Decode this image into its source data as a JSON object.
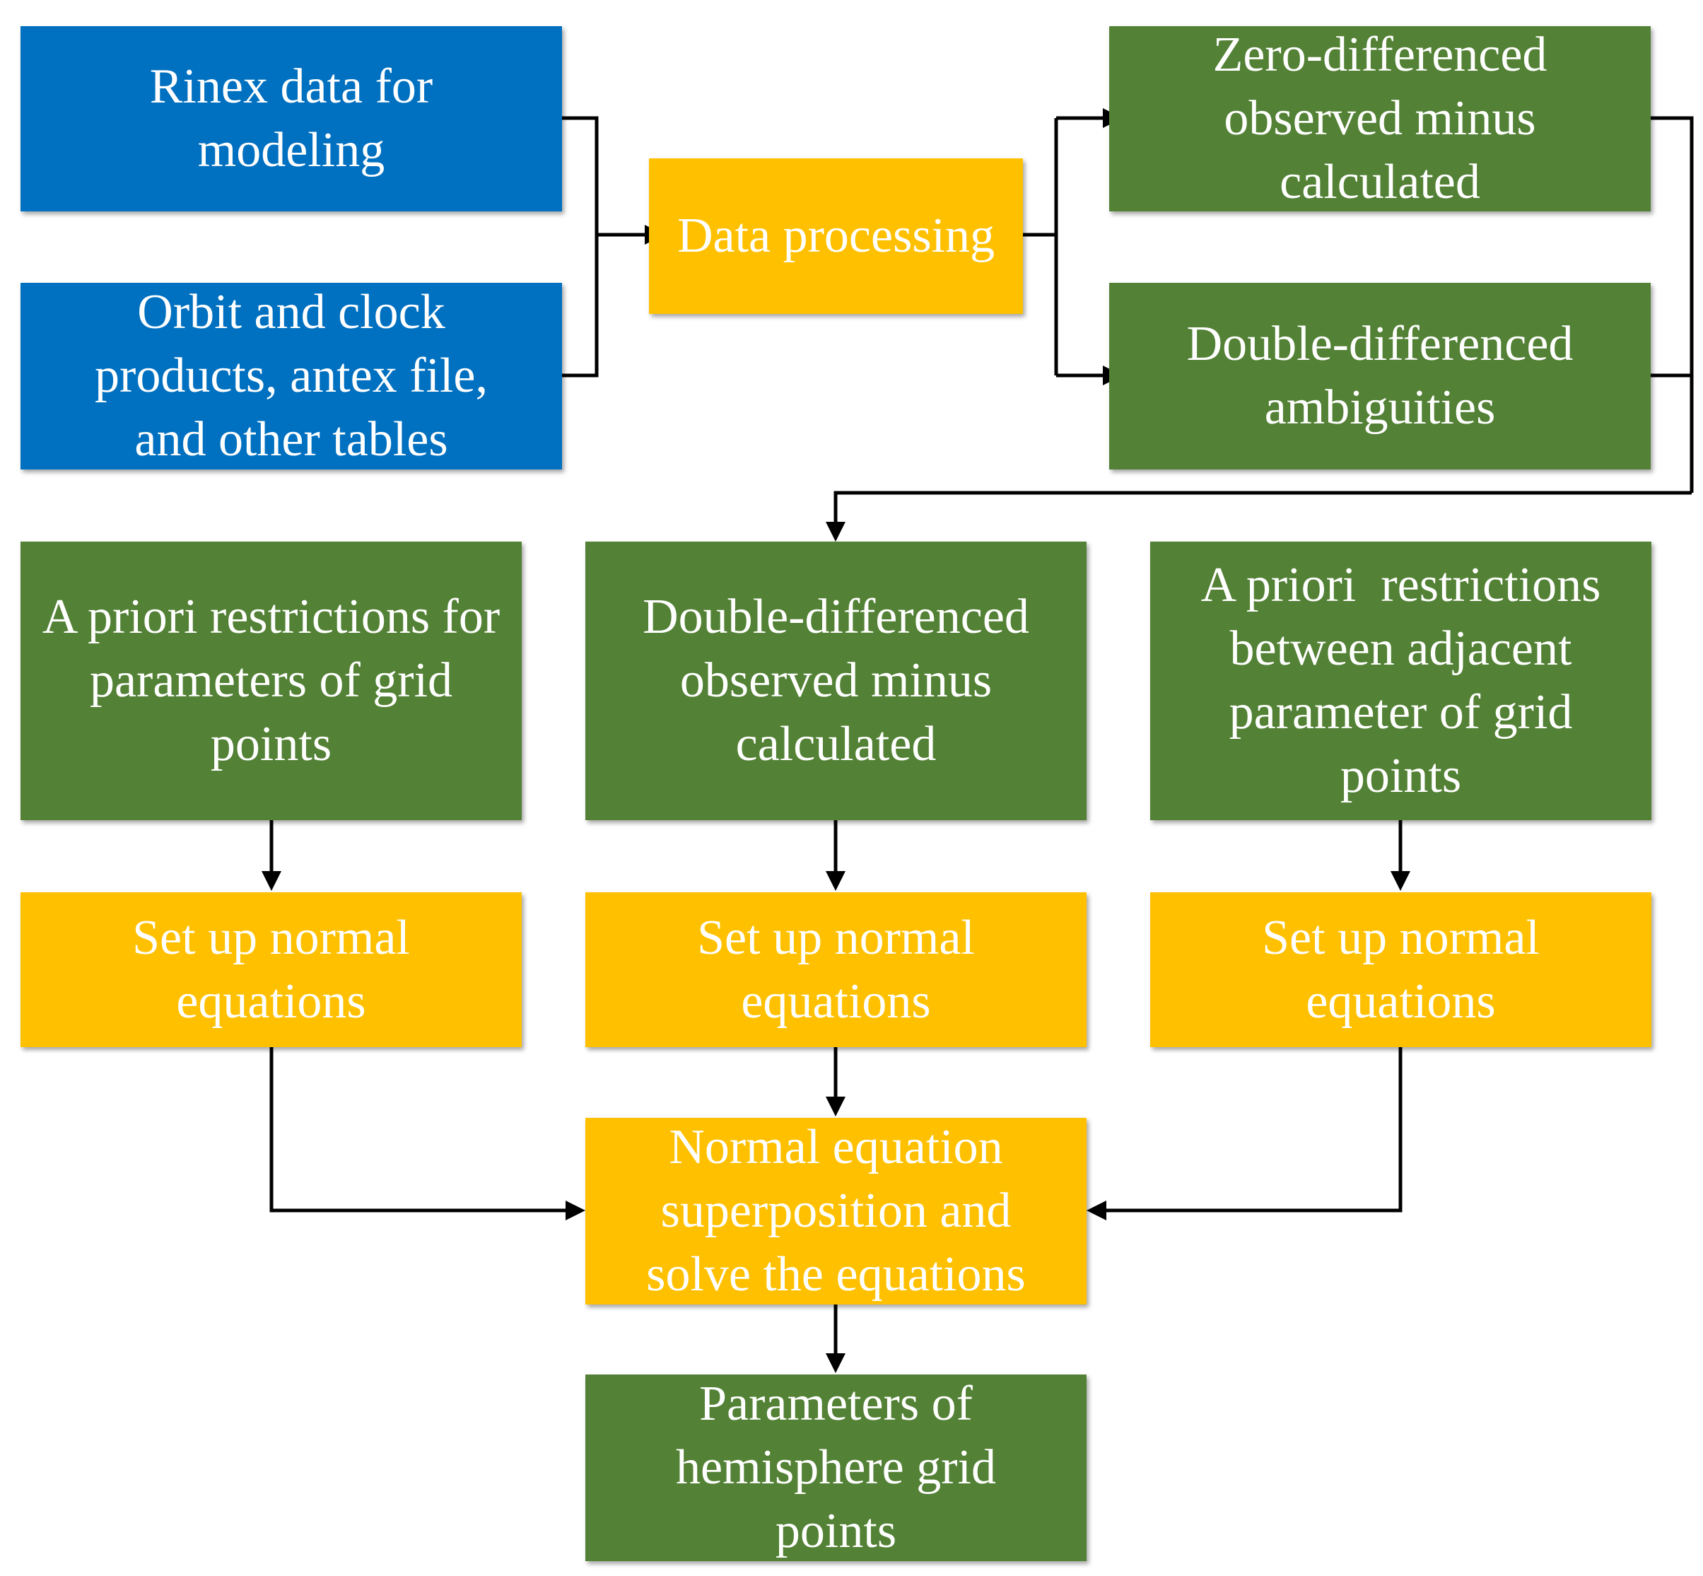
{
  "colors": {
    "input": "#0070c0",
    "result": "#538135",
    "process": "#ffc000",
    "connector": "#000000"
  },
  "nodes": {
    "rinex": "Rinex data for modeling",
    "orbit": "Orbit and clock products, antex file, and other tables",
    "processing": "Data processing",
    "zero_diff": "Zero-differenced observed minus calculated",
    "dd_ambiguities": "Double-differenced ambiguities",
    "apriori_grid": "A priori restrictions for parameters of grid points",
    "dd_omc": "Double-differenced observed minus calculated",
    "apriori_adjacent": "A priori  restrictions between adjacent parameter of grid points",
    "normal_left": "Set up normal equations",
    "normal_middle": "Set up normal equations",
    "normal_right": "Set up normal equations",
    "superposition": "Normal equation superposition and solve the equations",
    "result": "Parameters of hemisphere grid points"
  }
}
